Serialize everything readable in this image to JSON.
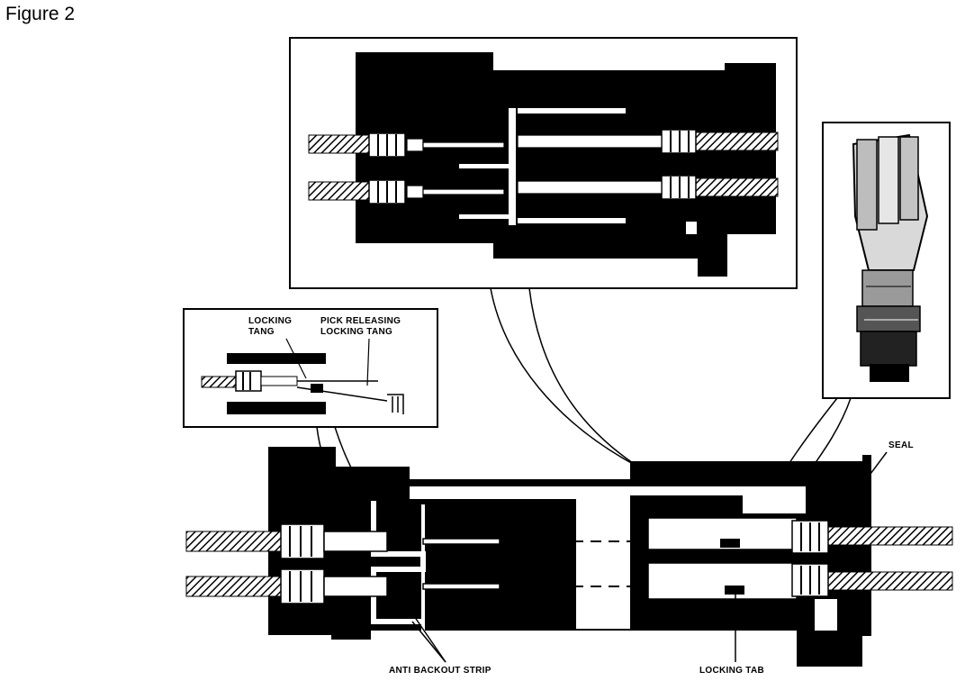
{
  "figure": {
    "title": "Figure 2"
  },
  "labels": {
    "locking_tang": "LOCKING\nTANG",
    "pick_releasing": "PICK RELEASING\nLOCKING TANG",
    "seal": "SEAL",
    "anti_backout_strip": "ANTI BACKOUT STRIP",
    "locking_tab": "LOCKING TAB"
  },
  "colors": {
    "ink": "#000000",
    "paper": "#ffffff",
    "connector_shading": "#8a8a8a"
  }
}
